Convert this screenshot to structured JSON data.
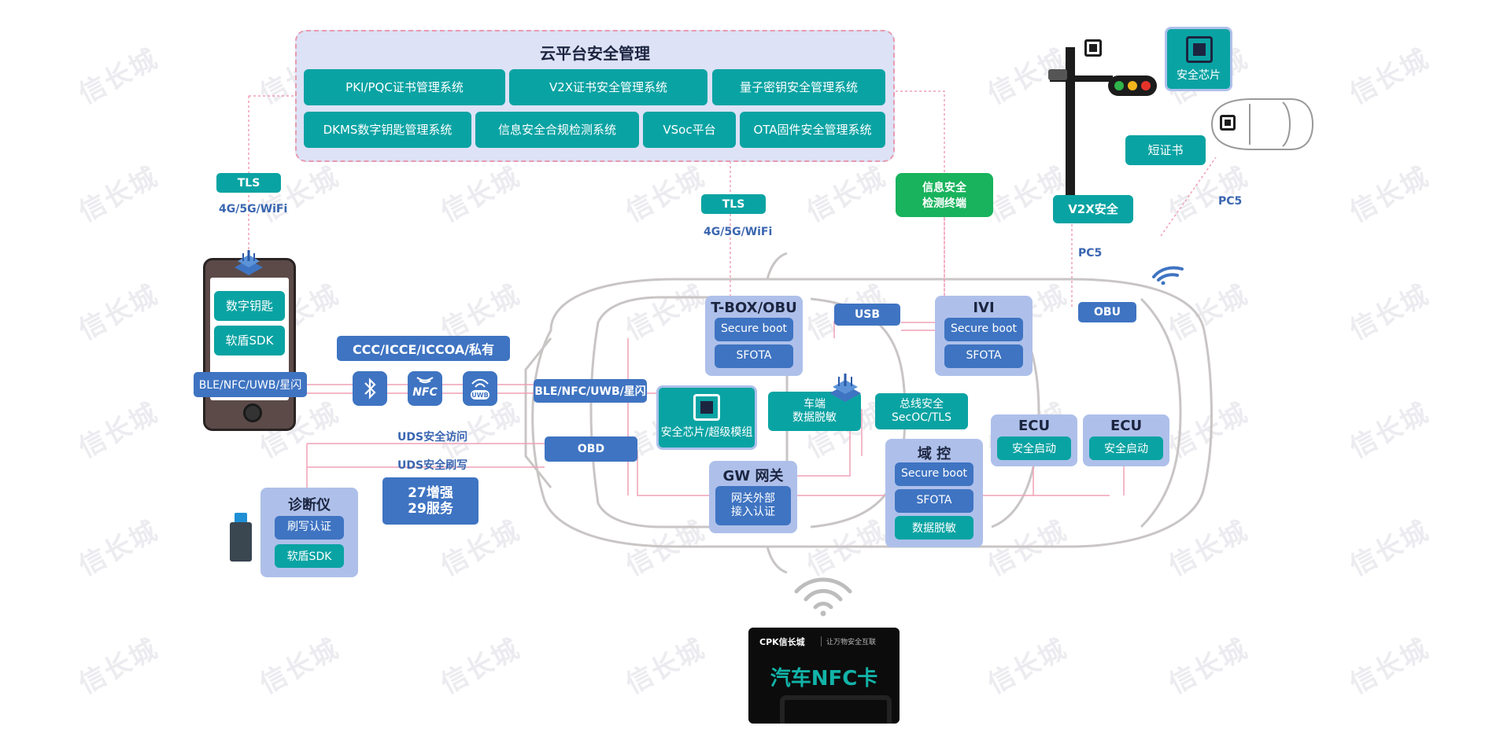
{
  "watermark": "信长城",
  "cloud": {
    "title": "云平台安全管理",
    "row1": [
      "PKI/PQC证书管理系统",
      "V2X证书安全管理系统",
      "量子密钥安全管理系统"
    ],
    "row2": [
      "DKMS数字钥匙管理系统",
      "信息安全合规检测系统",
      "VSoc平台",
      "OTA固件安全管理系统"
    ]
  },
  "links": {
    "tls_left": "TLS",
    "net_left": "4G/5G/WiFi",
    "tls_mid": "TLS",
    "net_mid": "4G/5G/WiFi",
    "pc5_a": "PC5",
    "pc5_b": "PC5",
    "uds_access": "UDS安全访问",
    "uds_flash": "UDS安全刷写"
  },
  "phone": {
    "items": [
      "数字钥匙",
      "软盾SDK"
    ],
    "protocols": "BLE/NFC/UWB/星闪"
  },
  "ccc": "CCC/ICCE/ICCOA/私有",
  "icons": {
    "bluetooth": "bluetooth-icon",
    "nfc": "NFC",
    "uwb": "UWB"
  },
  "car_protocols": "BLE/NFC/UWB/星闪",
  "obd": "OBD",
  "uds_services": {
    "line1": "27增强",
    "line2": "29服务"
  },
  "diag": {
    "title": "诊断仪",
    "items": [
      "刷写认证",
      "软盾SDK"
    ]
  },
  "tbox": {
    "title": "T-BOX/OBU",
    "items": [
      "Secure boot",
      "SFOTA"
    ]
  },
  "usb": "USB",
  "ivi": {
    "title": "IVI",
    "items": [
      "Secure boot",
      "SFOTA"
    ]
  },
  "obu": "OBU",
  "sec_chip_module": "安全芯片/超级模组",
  "car_desens": {
    "line1": "车端",
    "line2": "数据脱敏"
  },
  "bus_sec": {
    "line1": "总线安全",
    "line2": "SecOC/TLS"
  },
  "ecu1": {
    "title": "ECU",
    "item": "安全启动"
  },
  "ecu2": {
    "title": "ECU",
    "item": "安全启动"
  },
  "gw": {
    "title": "GW 网关",
    "line1": "网关外部",
    "line2": "接入认证"
  },
  "domain": {
    "title": "域 控",
    "items": [
      "Secure boot",
      "SFOTA",
      "数据脱敏"
    ]
  },
  "ids_terminal": {
    "line1": "信息安全",
    "line2": "检测终端"
  },
  "v2x": {
    "chip": "安全芯片",
    "cert": "短证书",
    "label": "V2X安全"
  },
  "nfc_card": {
    "brand": "CPK信长城",
    "slogan": "让万物安全互联",
    "title": "汽车NFC卡"
  },
  "colors": {
    "teal": "#0aa3a3",
    "blue": "#3f74c2",
    "panel": "#aec0ea",
    "cloud_bg": "#dde2f6",
    "pink_line": "#f0a0b6",
    "green": "#18b35c"
  }
}
